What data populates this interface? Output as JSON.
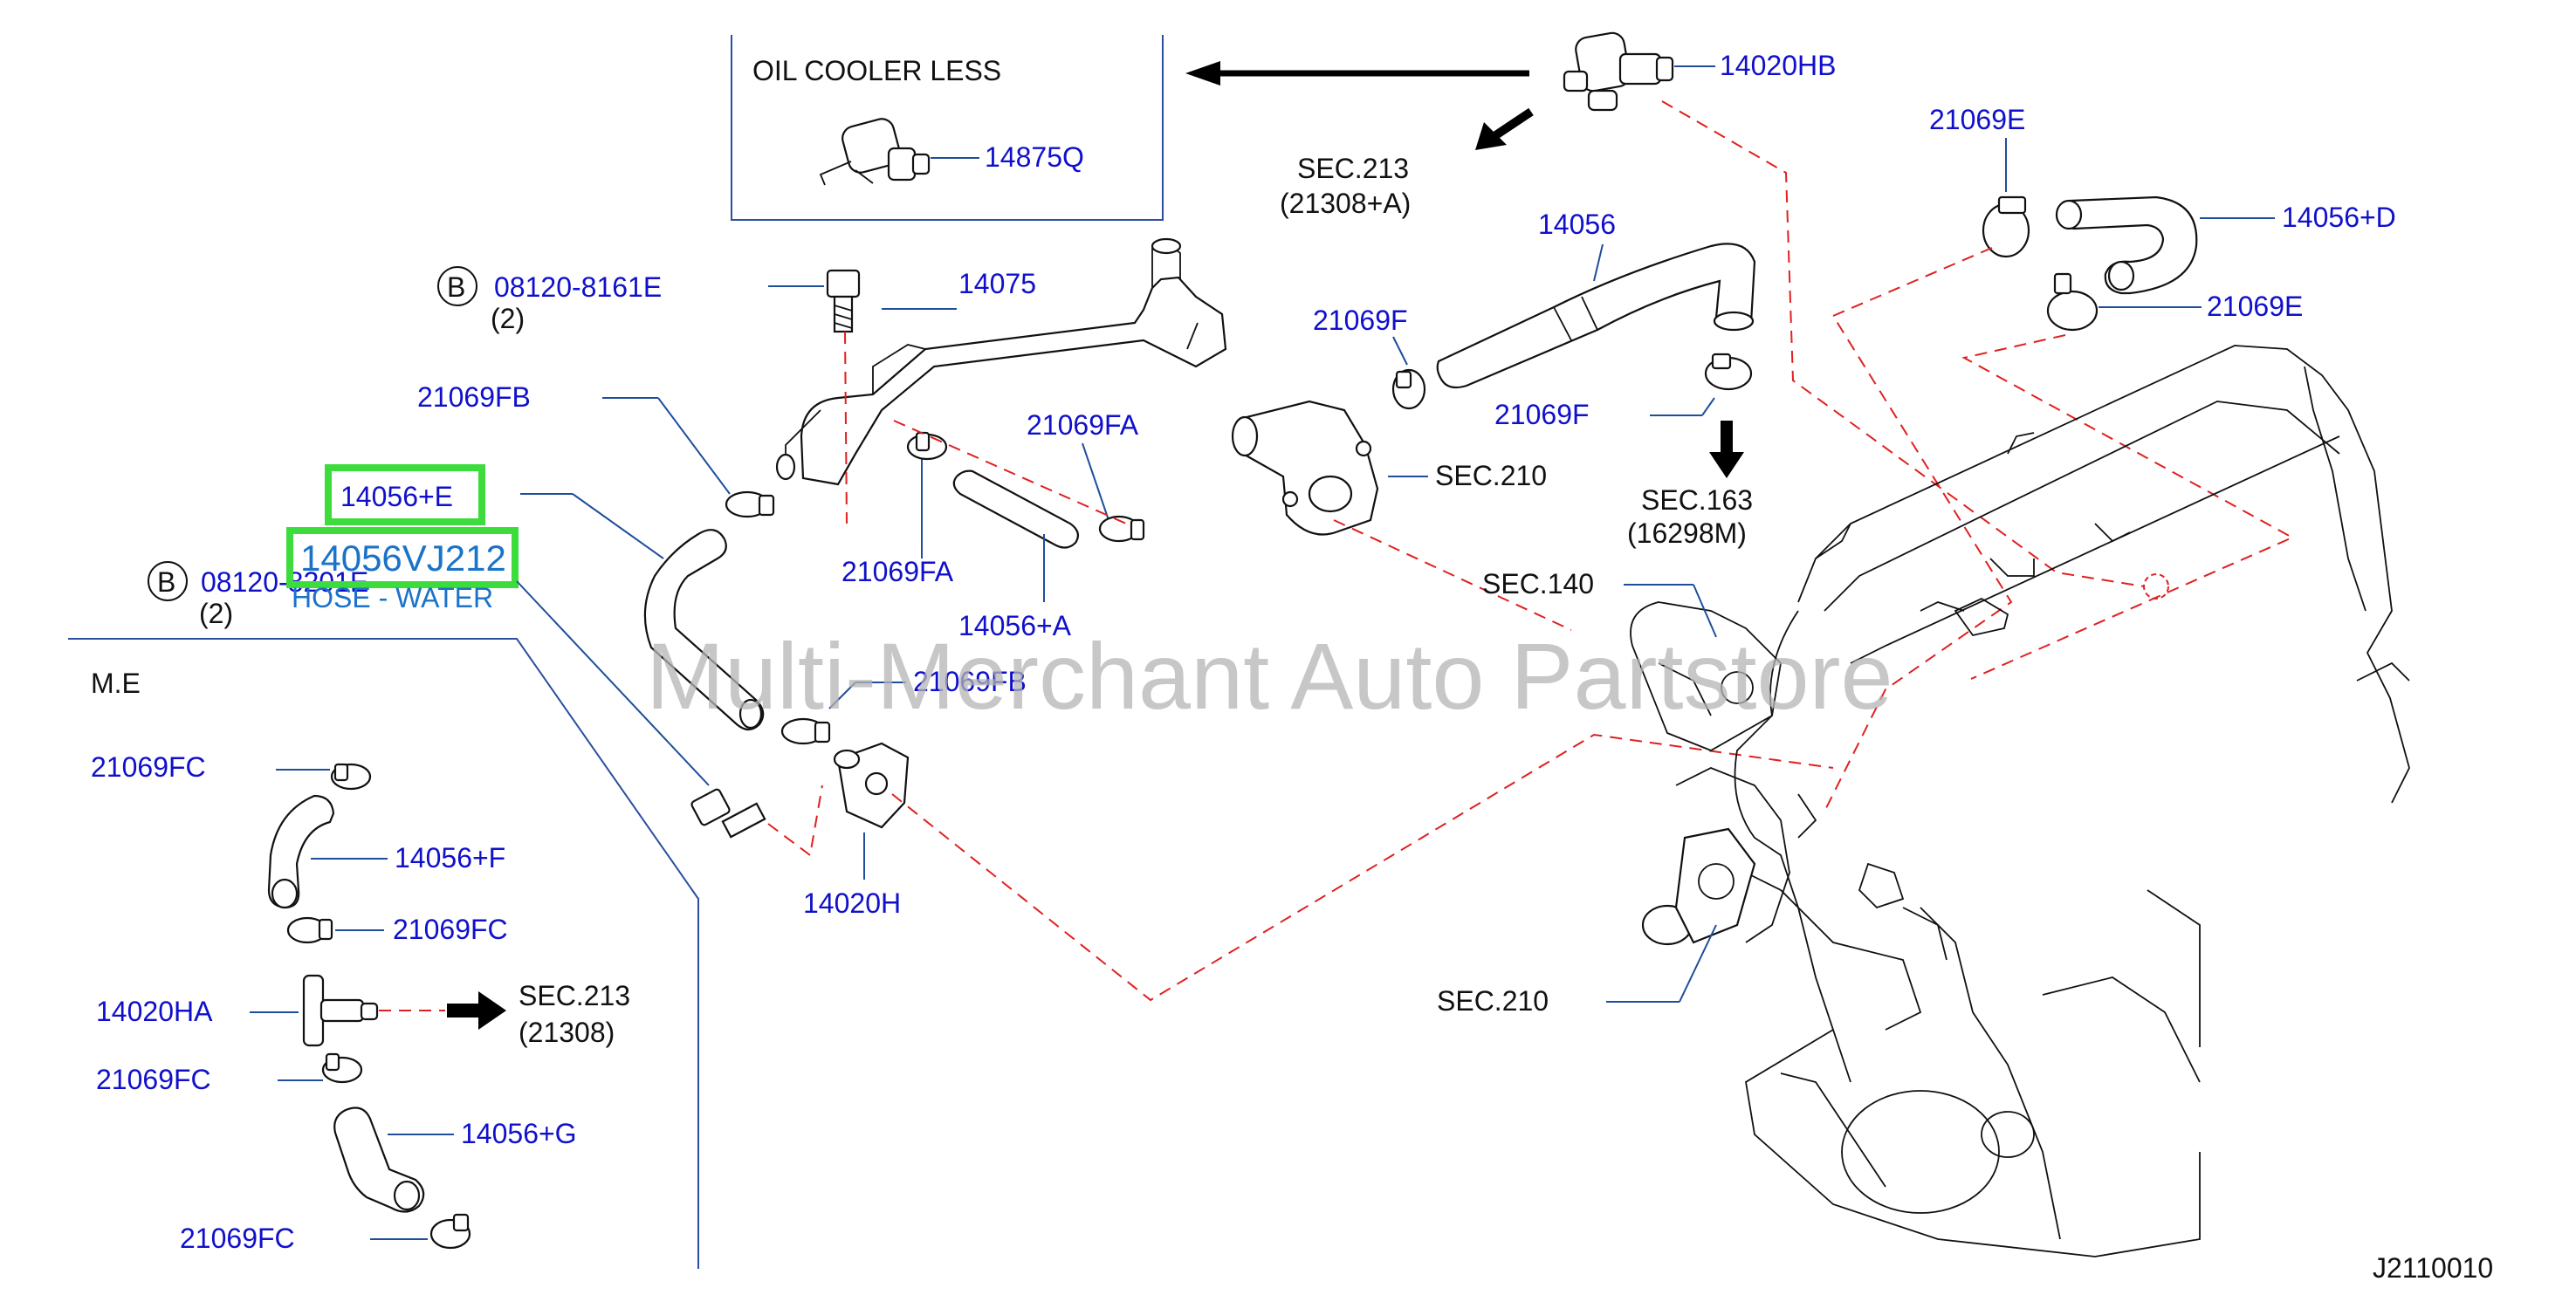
{
  "diagram_code": "J2110010",
  "watermark": "Multi-Merchant Auto Partstore",
  "colors": {
    "label_blue": "#1010cc",
    "leader_line": "#1f4e9c",
    "dashed_line": "#e02020",
    "highlight_green": "#3ddc3d"
  },
  "highlight": {
    "part_14056E": "14056+E",
    "part_number": "14056VJ212",
    "part_name": "HOSE - WATER"
  },
  "inset": {
    "title": "OIL   COOLER   LESS",
    "part": "14875Q"
  },
  "me_section": {
    "title": "M.E",
    "labels": {
      "c1": "21069FC",
      "f": "14056+F",
      "c2": "21069FC",
      "ha": "14020HA",
      "c3": "21069FC",
      "g": "14056+G",
      "c4": "21069FC"
    },
    "sec": {
      "line1": "SEC.213",
      "line2": "(21308)"
    }
  },
  "bolts": [
    {
      "circle": "B",
      "part": "08120-8161E",
      "qty": "(2)"
    },
    {
      "circle": "B",
      "part": "08120-8201E",
      "qty": "(2)"
    }
  ],
  "labels": {
    "hb": "14020HB",
    "p14075": "14075",
    "fb1": "21069FB",
    "fa1": "21069FA",
    "fa2": "21069FA",
    "a": "14056+A",
    "fb2": "21069FB",
    "h": "14020H",
    "p14056": "14056",
    "f1": "21069F",
    "f2": "21069F",
    "e1": "21069E",
    "d": "14056+D",
    "e2": "21069E"
  },
  "sections": {
    "s213": {
      "line1": "SEC.213",
      "line2": "(21308+A)"
    },
    "s210a": "SEC.210",
    "s163": {
      "line1": "SEC.163",
      "line2": "(16298M)"
    },
    "s140": "SEC.140",
    "s210b": "SEC.210"
  }
}
